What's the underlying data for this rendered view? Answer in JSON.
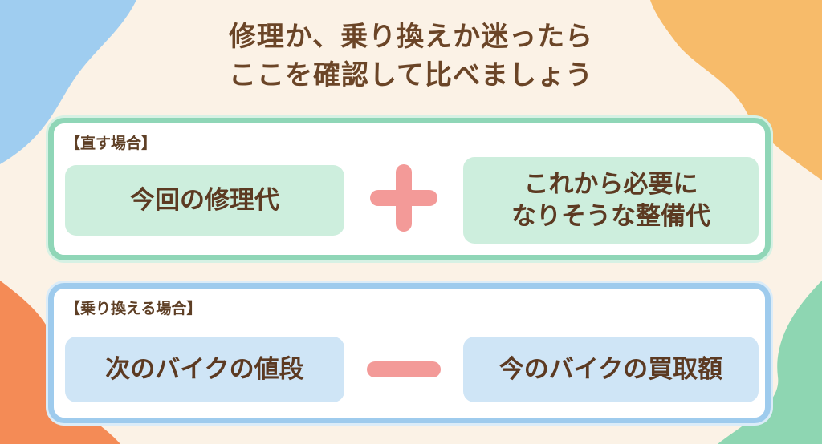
{
  "title": {
    "line1": "修理か、乗り換えか迷ったら",
    "line2": "ここを確認して比べましょう"
  },
  "repair": {
    "label": "【直す場合】",
    "left": "今回の修理代",
    "operator": "plus",
    "right": "これから必要に\nなりそうな整備代"
  },
  "replace": {
    "label": "【乗り換える場合】",
    "left": "次のバイクの値段",
    "operator": "minus",
    "right": "今のバイクの買取額"
  },
  "colors": {
    "background": "#fbf2e6",
    "repair_border": "#8fd6b7",
    "replace_border": "#9ecbed",
    "operator": "#f39a98",
    "text": "#5c3a22"
  }
}
